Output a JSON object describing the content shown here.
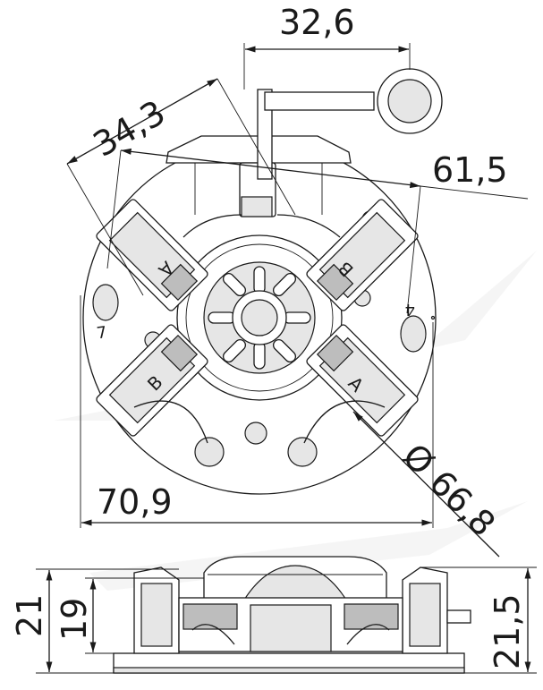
{
  "dimensions": {
    "width_top": "32,6",
    "diag_left": "34,3",
    "diag_right": "61,5",
    "width_bottom": "70,9",
    "diameter": "Ø 66,8",
    "height_21": "21",
    "height_19": "19",
    "height_21_5": "21,5"
  },
  "brush_labels": {
    "top_left": "A",
    "top_right": "B",
    "bottom_left": "B",
    "bottom_right": "A"
  },
  "terminal_labels": {
    "left": "7",
    "right": "4"
  }
}
